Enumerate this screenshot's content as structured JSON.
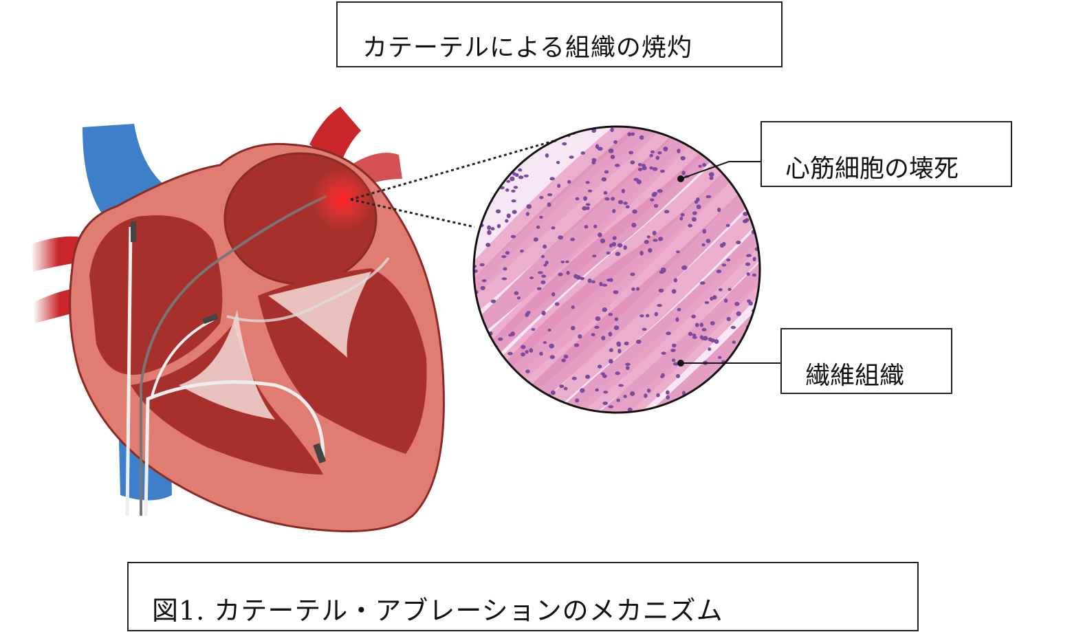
{
  "title": "カテーテルによる組織の焼灼",
  "labels": {
    "necrosis": "心筋細胞の壊死",
    "fibrous": "繊維組織"
  },
  "caption": "図1. カテーテル・アブレーションのメカニズム",
  "colors": {
    "myocardium": "#e07c72",
    "chamber": "#a8302c",
    "vein": "#3d7fc8",
    "artery": "#c8262a",
    "tissue_bg": "#f7e6f4",
    "fiber": "#e08fba",
    "nuclei": "#7a4a9e"
  }
}
